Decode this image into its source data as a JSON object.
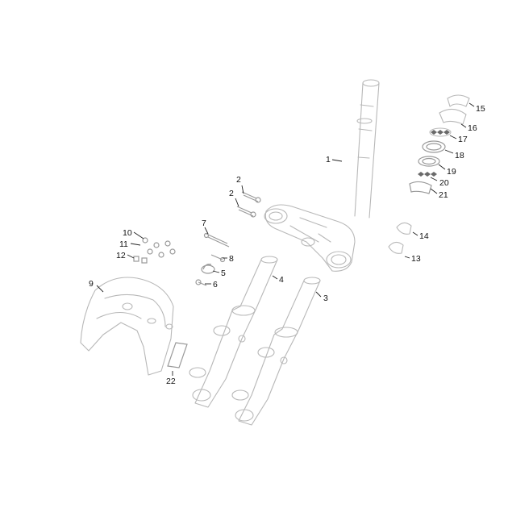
{
  "callouts": [
    {
      "id": "c1",
      "text": "1"
    },
    {
      "id": "c2a",
      "text": "2"
    },
    {
      "id": "c2b",
      "text": "2"
    },
    {
      "id": "c3",
      "text": "3"
    },
    {
      "id": "c4",
      "text": "4"
    },
    {
      "id": "c5",
      "text": "5"
    },
    {
      "id": "c6",
      "text": "6"
    },
    {
      "id": "c7",
      "text": "7"
    },
    {
      "id": "c8",
      "text": "8"
    },
    {
      "id": "c9",
      "text": "9"
    },
    {
      "id": "c10",
      "text": "10"
    },
    {
      "id": "c11",
      "text": "11"
    },
    {
      "id": "c12",
      "text": "12"
    },
    {
      "id": "c13",
      "text": "13"
    },
    {
      "id": "c14",
      "text": "14"
    },
    {
      "id": "c15",
      "text": "15"
    },
    {
      "id": "c16",
      "text": "16"
    },
    {
      "id": "c17",
      "text": "17"
    },
    {
      "id": "c18",
      "text": "18"
    },
    {
      "id": "c19",
      "text": "19"
    },
    {
      "id": "c20",
      "text": "20"
    },
    {
      "id": "c21",
      "text": "21"
    },
    {
      "id": "c22",
      "text": "22"
    }
  ]
}
